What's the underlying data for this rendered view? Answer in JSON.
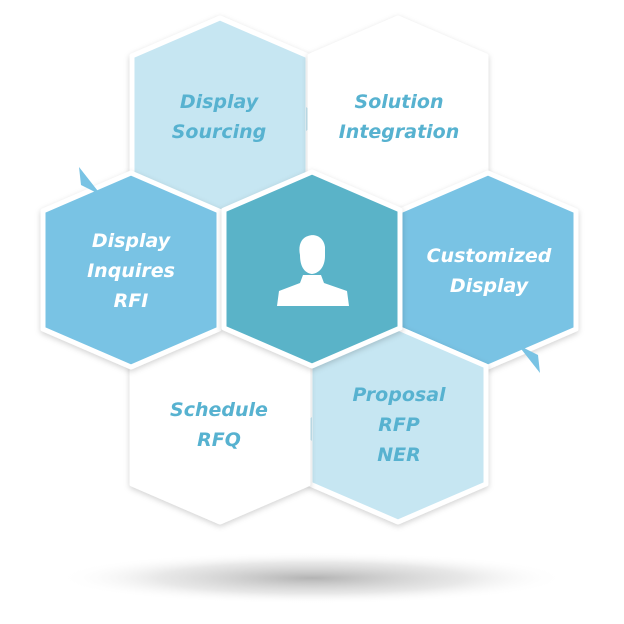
{
  "diagram": {
    "center": {
      "icon": "user-silhouette-icon",
      "color": "#5ab3c8"
    },
    "segments": [
      {
        "id": "display-sourcing",
        "lines": [
          "Display",
          "Sourcing"
        ],
        "fill": "#c6e6f2",
        "text_color": "#57b2d0"
      },
      {
        "id": "solution-integration",
        "lines": [
          "Solution",
          "Integration"
        ],
        "fill": "#ffffff",
        "text_color": "#57b2d0"
      },
      {
        "id": "customized-display",
        "lines": [
          "Customized",
          "Display"
        ],
        "fill": "#79c3e4",
        "text_color": "#ffffff"
      },
      {
        "id": "proposal-rfp-ner",
        "lines": [
          "Proposal",
          "RFP",
          "NER"
        ],
        "fill": "#c6e6f2",
        "text_color": "#57b2d0"
      },
      {
        "id": "schedule-rfq",
        "lines": [
          "Schedule",
          "RFQ"
        ],
        "fill": "#ffffff",
        "text_color": "#57b2d0"
      },
      {
        "id": "display-inquires-rfi",
        "lines": [
          "Display",
          "Inquires",
          "RFI"
        ],
        "fill": "#79c3e4",
        "text_color": "#ffffff"
      }
    ]
  }
}
